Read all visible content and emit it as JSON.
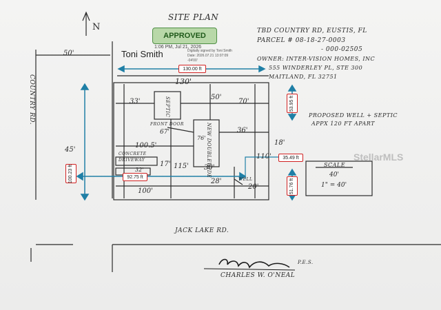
{
  "title": "SITE PLAN",
  "north": "N",
  "stamp": {
    "status": "APPROVED",
    "time": "1:06 PM, Jul 21, 2026",
    "signer": "Toni Smith",
    "digital_line": "Digitally signed by Toni Smith",
    "date_line": "Date: 2026.07.21 13:07:09",
    "tz_line": "-04'00'"
  },
  "parcel": {
    "address": "TBD COUNTRY RD, EUSTIS, FL",
    "parcel_no": "PARCEL # 08-18-27-0003",
    "parcel_no2": "- 000-02505",
    "owner": "OWNER: INTER-VISION HOMES, INC",
    "owner_addr1": "555 WINDERLEY PL, STE 300",
    "owner_addr2": "MAITLAND, FL 32751"
  },
  "notes": {
    "well_septic": "PROPOSED WELL + SEPTIC",
    "well_septic2": "APPX 120 FT APART"
  },
  "roads": {
    "country": "COUNTRY RD.",
    "jack": "JACK LAKE RD."
  },
  "labels": {
    "septic": "SEPTIC",
    "house": "NEW DOUBLEWIDE",
    "front_door": "FRONT DOOR",
    "front_door_dim": "67'",
    "driveway": "DRIVEWAY",
    "concrete": "CONCRETE",
    "well": "WELL"
  },
  "dims": {
    "frontage_top": "130'",
    "left_offset": "50'",
    "d33": "33'",
    "d70": "70'",
    "d50": "50'",
    "d36": "36'",
    "d100": "100.5'",
    "d18": "18'",
    "d110": "110'",
    "d76": "76'",
    "d115": "115'",
    "d30": "30'",
    "d17": "17'",
    "d100b": "100'",
    "d28": "28'",
    "d20": "20'",
    "d32": "32'",
    "d45": "45'"
  },
  "measures": {
    "top": "130.00 ft",
    "right_upper": "53.95 ft",
    "right_mid": "35.49 ft",
    "right_lower": "51.76 ft",
    "left": "100.23 ft",
    "lower_left": "92.75 ft"
  },
  "scale": {
    "label": "SCALE",
    "ratio": "40'",
    "ratio2": "1\" = 40'"
  },
  "signature": {
    "name": "CHARLES W. O'NEAL",
    "suffix": "P.E.S."
  },
  "watermark": "StellarMLS",
  "colors": {
    "ink": "#2a2a2a",
    "accent": "#1f7fa6",
    "stamp_red": "#d02020",
    "approved_bg": "#b8d8a8"
  }
}
